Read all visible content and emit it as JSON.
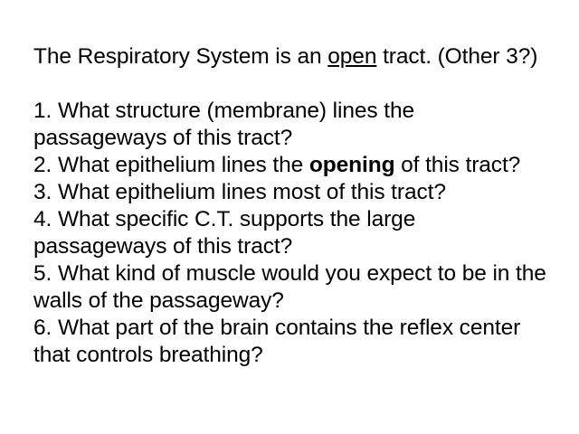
{
  "slide": {
    "background_color": "#ffffff",
    "text_color": "#000000",
    "heading": {
      "before_underline": "The Respiratory System is an ",
      "underlined": "open",
      "after_underline": " tract. (Other 3?)",
      "full_text": "The Respiratory System is an open tract. (Other 3?)"
    },
    "questions": [
      {
        "number": "1.",
        "text": "1. What structure (membrane) lines the passageways of this tract?"
      },
      {
        "number": "2.",
        "before_bold": "2. What epithelium lines the ",
        "bold": "opening",
        "after_bold": " of this tract?",
        "text": "2. What epithelium lines the opening of this tract?"
      },
      {
        "number": "3.",
        "text": "3. What epithelium lines most of this tract?"
      },
      {
        "number": "4.",
        "text": "4. What specific C.T. supports the large passageways of this tract?"
      },
      {
        "number": "5.",
        "text": "5. What kind of muscle would you expect to be in the walls of the passageway?"
      },
      {
        "number": "6.",
        "text": "6. What part of the brain contains the reflex center that controls breathing?"
      }
    ]
  }
}
